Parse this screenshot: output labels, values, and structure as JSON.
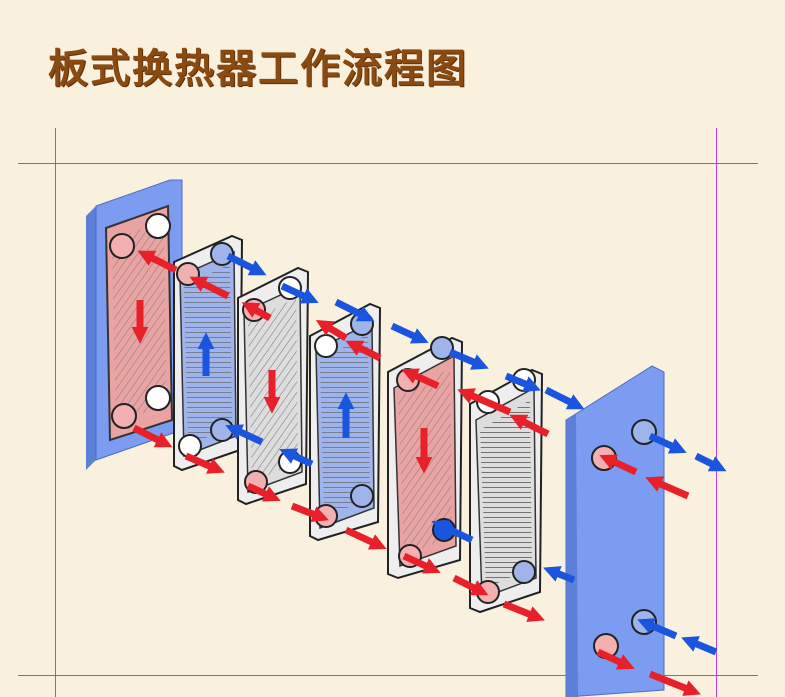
{
  "title": "板式换热器工作流程图",
  "colors": {
    "background": "#f9f0de",
    "title": "#8a4a10",
    "frame_plate": "#7b9cf0",
    "hot_flow": "#e8202a",
    "cold_flow": "#1a55e0",
    "hot_channel": "#e9a3a3",
    "cold_channel": "#9fb4ea",
    "guide_lines": "#c040e0"
  },
  "diagram": {
    "components": [
      "fixed-frame-plate",
      "heat-transfer-plate-1",
      "heat-transfer-plate-2",
      "heat-transfer-plate-3",
      "heat-transfer-plate-4",
      "heat-transfer-plate-5",
      "movable-pressure-plate"
    ],
    "plate_fill_sequence": [
      "hot",
      "cold",
      "neutral",
      "cold",
      "hot",
      "neutral"
    ],
    "flows": [
      "hot-medium",
      "cold-medium"
    ]
  }
}
